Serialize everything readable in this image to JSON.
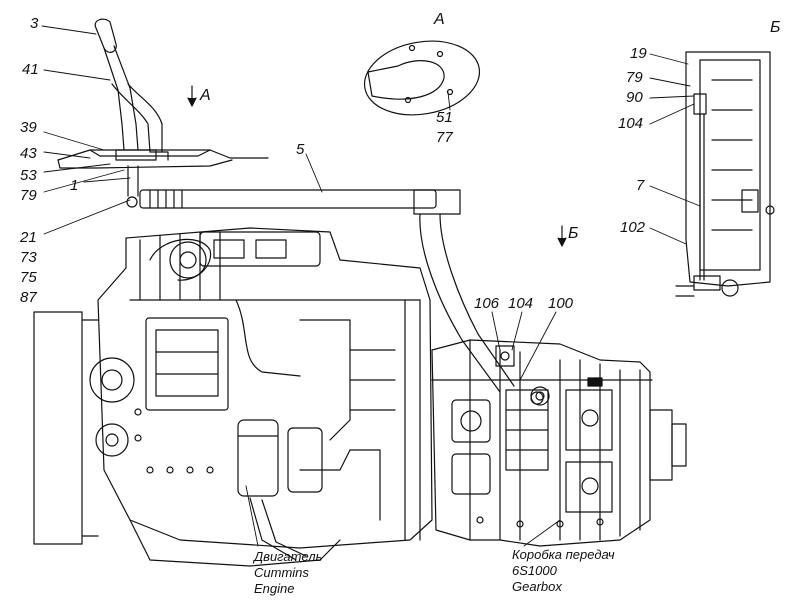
{
  "labels": {
    "p3": "3",
    "p41": "41",
    "p39": "39",
    "p43": "43",
    "p53": "53",
    "p79a": "79",
    "p1": "1",
    "p5": "5",
    "p21": "21",
    "p73": "73",
    "p75": "75",
    "p87": "87",
    "p51": "51",
    "p77": "77",
    "p19": "19",
    "p79b": "79",
    "p90": "90",
    "p104a": "104",
    "p7": "7",
    "p102": "102",
    "p106": "106",
    "p104b": "104",
    "p100": "100"
  },
  "views": {
    "view_a_arrow": "A",
    "view_a_title": "A",
    "view_b_arrow": "Б",
    "view_b_title": "Б"
  },
  "captions": {
    "engine_ru": "Двигатель",
    "engine_brand": "Cummins",
    "engine_en": "Engine",
    "gearbox_ru": "Коробка передач",
    "gearbox_model": "6S1000",
    "gearbox_en": "Gearbox"
  }
}
